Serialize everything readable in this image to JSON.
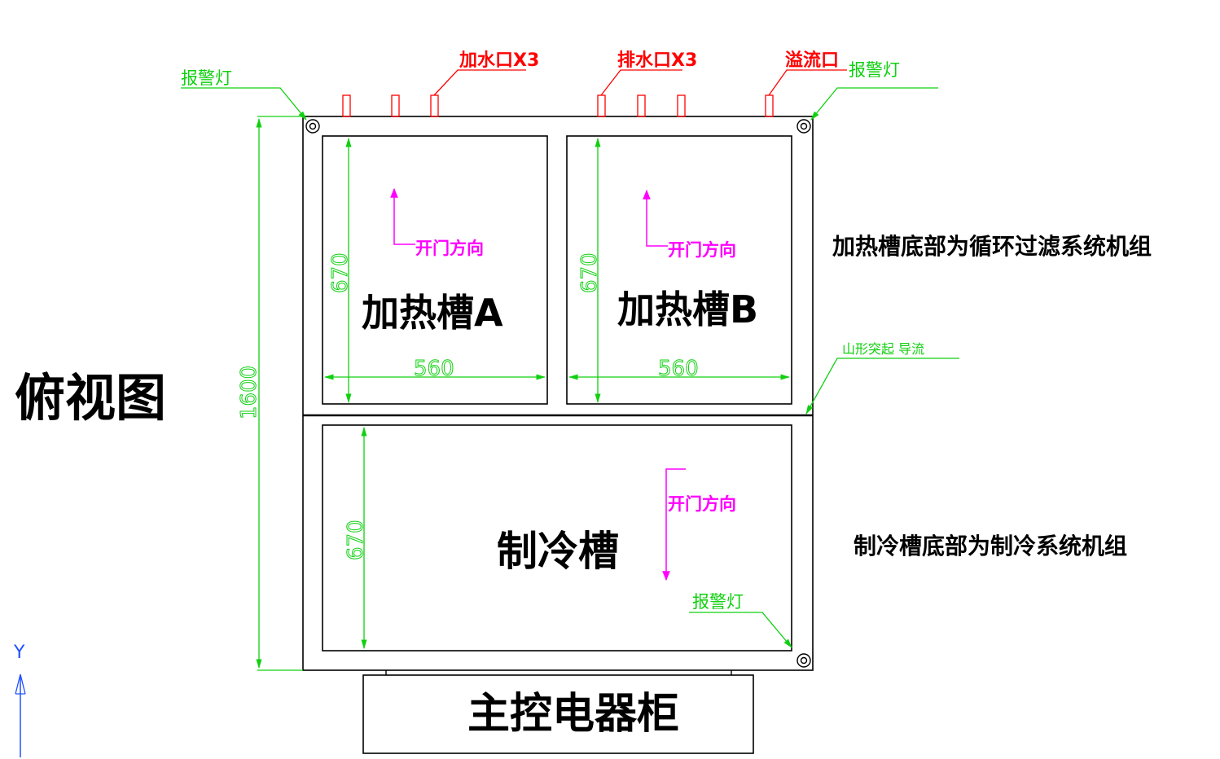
{
  "view_title": "俯视图",
  "tanks": {
    "heat_a": {
      "label": "加热槽A",
      "width_dim": "560",
      "height_dim": "670",
      "door_label": "开门方向"
    },
    "heat_b": {
      "label": "加热槽B",
      "width_dim": "560",
      "height_dim": "670",
      "door_label": "开门方向"
    },
    "cooling": {
      "label": "制冷槽",
      "height_dim": "670",
      "door_label": "开门方向"
    }
  },
  "overall_dim": "1600",
  "control_cabinet": "主控电器柜",
  "callouts": {
    "inlet": "加水口X3",
    "drain": "排水口X3",
    "overflow": "溢流口",
    "alarm_left": "报警灯",
    "alarm_right": "报警灯",
    "alarm_bottom": "报警灯",
    "ridge": "山形突起 导流"
  },
  "notes": {
    "heating_bottom": "加热槽底部为循环过滤系统机组",
    "cooling_bottom": "制冷槽底部为制冷系统机组"
  },
  "axis_label": "Y",
  "colors": {
    "dimension": "#10d010",
    "port_label": "#ff0000",
    "door_direction": "#ff00ff",
    "outline": "#000000"
  }
}
